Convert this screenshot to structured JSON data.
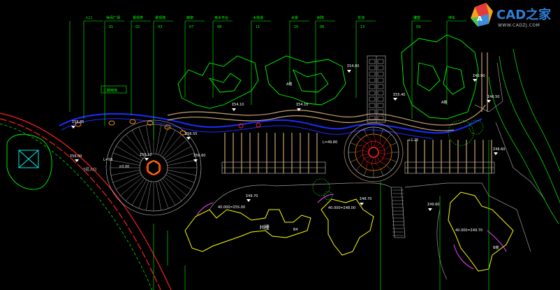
{
  "watermark": {
    "logo_text": "CAD之家",
    "url": "WWW.CADZJ.COM",
    "color": "#2f7fd6"
  },
  "drawing": {
    "colors": {
      "background": "#000000",
      "green": "#00ff00",
      "yellow": "#ffff00",
      "white": "#ffffff",
      "blue": "#1a2cff",
      "red": "#ff2020",
      "magenta": "#ff40ff",
      "orange": "#ff8c00",
      "tan": "#c8a070"
    },
    "top_callouts": [
      "入口",
      "休闲广场",
      "景观亭",
      "景观墙",
      "廊架",
      "亲水平台",
      "木栈道",
      "水景",
      "树阵",
      "花池",
      "雕塑",
      "停车"
    ],
    "callout_numbers": [
      "01",
      "02",
      "03",
      "07",
      "08",
      "11",
      "10",
      "06",
      "13",
      "09"
    ],
    "area_labels": [
      "二期用地",
      "小区入口",
      "A楼",
      "A楼",
      "B楼",
      "H楼",
      "B4"
    ],
    "elevations": [
      "Σ55.85",
      "Σ56.00",
      "Σ56.12",
      "Σ56.55",
      "Σ56.60",
      "Σ54.10",
      "Σ54.10",
      "Σ54.80",
      "Σ55.40",
      "Σ49.70",
      "Σ48.70",
      "Σ49.60",
      "Σ46.50",
      "Σ46.60",
      "Σ49.90",
      "L=49.80",
      "L=58",
      "+1.25",
      "±0.00",
      "40.000=Σ55.00",
      "40.000=Σ48.00",
      "40.000=Σ49.70"
    ]
  }
}
